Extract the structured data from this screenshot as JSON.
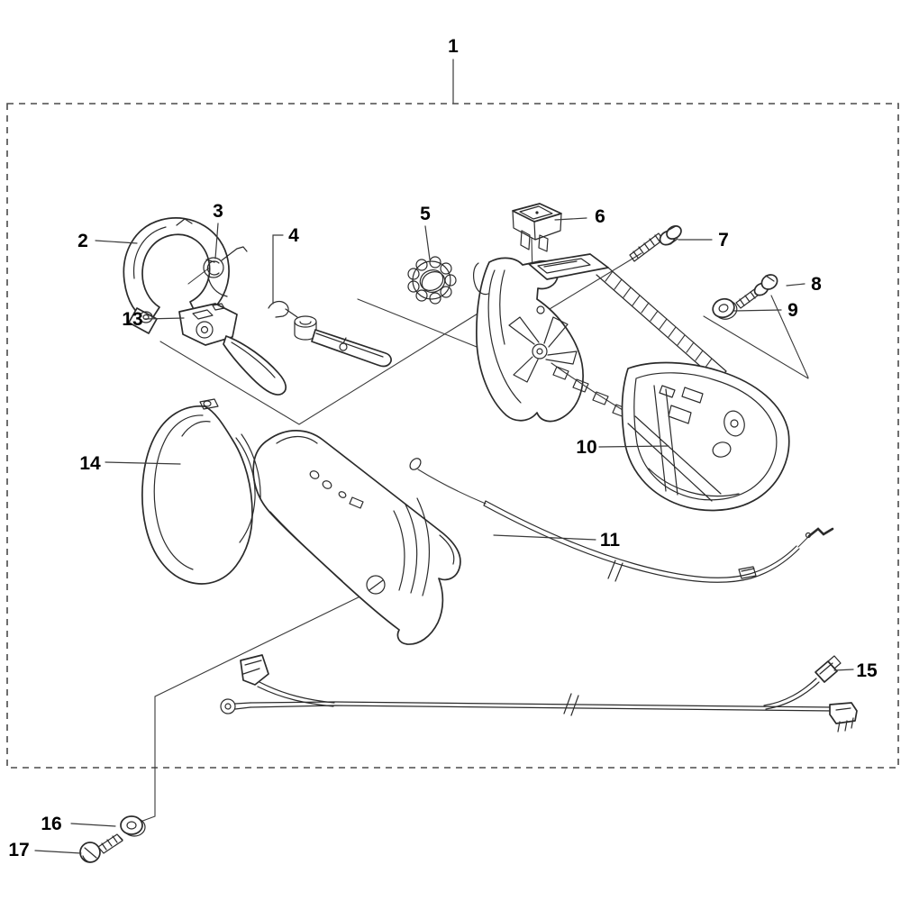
{
  "figure": {
    "type": "exploded-parts-diagram",
    "callouts": [
      {
        "number": "1"
      },
      {
        "number": "2"
      },
      {
        "number": "3"
      },
      {
        "number": "4"
      },
      {
        "number": "5"
      },
      {
        "number": "6"
      },
      {
        "number": "7"
      },
      {
        "number": "8"
      },
      {
        "number": "9"
      },
      {
        "number": "10"
      },
      {
        "number": "11"
      },
      {
        "number": "13"
      },
      {
        "number": "14"
      },
      {
        "number": "15"
      },
      {
        "number": "16"
      },
      {
        "number": "17"
      }
    ],
    "colors": {
      "background": "#ffffff",
      "line": "#2b2b2b",
      "label": "#000000",
      "border": "#4a4a4a"
    }
  }
}
